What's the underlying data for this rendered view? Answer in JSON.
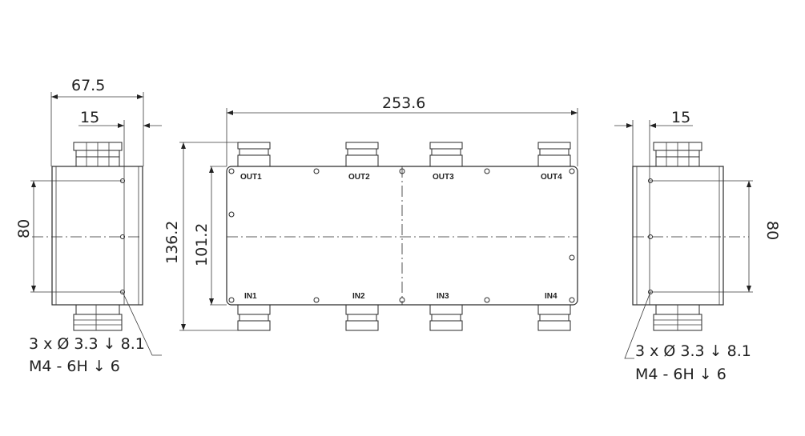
{
  "dimensions": {
    "side_width": "67.5",
    "side_offset_left": "15",
    "side_offset_right": "15",
    "overall_length": "253.6",
    "overall_height": "136.2",
    "body_height": "101.2",
    "hole_spacing_left": "80",
    "hole_spacing_right": "80"
  },
  "ports": {
    "outputs": [
      "OUT1",
      "OUT2",
      "OUT3",
      "OUT4"
    ],
    "inputs": [
      "IN1",
      "IN2",
      "IN3",
      "IN4"
    ]
  },
  "notes": {
    "left_line1": "3 x Ø 3.3 ↓ 8.1",
    "left_line2": "M4 - 6H ↓ 6",
    "right_line1": "3 x Ø 3.3 ↓ 8.1",
    "right_line2": "M4 - 6H ↓ 6"
  }
}
